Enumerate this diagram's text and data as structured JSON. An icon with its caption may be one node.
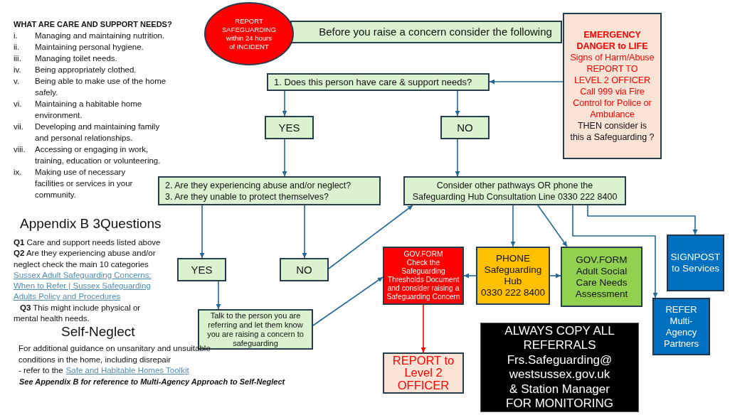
{
  "diagram": {
    "nodes": [
      {
        "text": [
          "REPORT SAFEGUARDING",
          "within 24 hours of INCIDENT"
        ]
      },
      {
        "text": [
          "Before you raise a concern consider the following"
        ]
      },
      {
        "text": [
          "EMERGENCY DANGER to LIFE",
          "Signs of Harm/Abuse",
          "REPORT TO LEVEL 2 OFFICER",
          "Call 999 via Fire Control for Police or Ambulance",
          "THEN consider is this a Safeguarding ?"
        ]
      },
      {
        "text": [
          "1. Does this person have care & support needs?"
        ]
      },
      {
        "text": [
          "YES"
        ]
      },
      {
        "text": [
          "NO"
        ]
      },
      {
        "text": [
          "2. Are they experiencing abuse and/or neglect?",
          "3. Are they unable to protect themselves?"
        ]
      },
      {
        "text": [
          "Consider other pathways OR phone the",
          "Safeguarding Hub Consultation Line 0330 222 8400"
        ]
      },
      {
        "text": [
          "YES"
        ]
      },
      {
        "text": [
          "NO"
        ]
      },
      {
        "text": [
          "Talk to the person you are referring and let them know you are raising a concern to safeguarding"
        ]
      },
      {
        "text": [
          "GOV.FORM",
          "Check the Safeguarding Thresholds Document and consider raising a Safeguarding Concern"
        ]
      },
      {
        "text": [
          "PHONE",
          "Safeguarding Hub",
          "0330 222 8400"
        ]
      },
      {
        "text": [
          "GOV.FORM",
          "Adult Social Care Needs Assessment"
        ]
      },
      {
        "text": [
          "SIGNPOST to Services"
        ]
      },
      {
        "text": [
          "REFER",
          "Multi-Agency Partners"
        ]
      },
      {
        "text": [
          "REPORT to Level 2 OFFICER"
        ]
      },
      {
        "text": [
          "ALWAYS COPY ALL REFERRALS",
          "Frs.Safeguarding@ westsussex.gov.uk",
          "& Station Manager FOR MONITORING"
        ]
      }
    ],
    "edges": [
      {
        "from": 2,
        "to": 3,
        "arrow": "to"
      },
      {
        "from": 3,
        "to": 4,
        "arrow": "to"
      },
      {
        "from": 3,
        "to": 5,
        "arrow": "to"
      },
      {
        "from": 4,
        "to": 6,
        "arrow": "to"
      },
      {
        "from": 5,
        "to": 7,
        "arrow": "to"
      },
      {
        "from": 6,
        "to": 8,
        "arrow": "to"
      },
      {
        "from": 6,
        "to": 9,
        "arrow": "to"
      },
      {
        "from": 8,
        "to": 10,
        "arrow": "to"
      },
      {
        "from": 9,
        "to": 7,
        "arrow": "to"
      },
      {
        "from": 10,
        "to": 11,
        "arrow": "to"
      },
      {
        "from": 7,
        "to": 12,
        "arrow": "to"
      },
      {
        "from": 7,
        "to": 13,
        "arrow": "to"
      },
      {
        "from": 7,
        "to": 15,
        "arrow": "to"
      },
      {
        "from": 7,
        "to": 14,
        "arrow": "to"
      },
      {
        "from": 12,
        "to": 11,
        "arrow": "to"
      },
      {
        "from": 12,
        "to": 13,
        "arrow": "to"
      },
      {
        "from": 11,
        "to": 16,
        "arrow": "to",
        "color": "#ff0000"
      }
    ],
    "labels": [
      "WHAT ARE CARE AND SUPPORT NEEDS?",
      "i.",
      "Managing and maintaining nutrition.",
      "ii.",
      "Maintaining personal hygiene.",
      "iii.",
      "Managing toilet needs.",
      "iv.",
      "Being appropriately clothed.",
      "v.",
      "Being able to make use of the home safely.",
      "vi.",
      "Maintaining a habitable home environment.",
      "vii.",
      "Developing and maintaining family and personal relationships.",
      "viii.",
      "Accessing or engaging in work, training, education or volunteering.",
      "ix.",
      "Making use of necessary facilities or services in your community.",
      "Appendix B 3Questions",
      "**Q1** Care and support needs listed above",
      "**Q2** Are they experiencing abuse and/or neglect check the main 10 categories",
      "Sussex Adult Safeguarding Concerns: When to Refer | Sussex Safeguarding Adults Policy and Procedures",
      "**Q3** This might include physical or mental health needs.",
      "Self-Neglect",
      "For additional guidance on unsanitary and unsuitable conditions in the home, including disrepair",
      "- refer to the",
      "Safe and Habitable Homes Toolkit",
      "See Appendix B for reference to Multi-Agency Approach to Self-Neglect"
    ]
  }
}
